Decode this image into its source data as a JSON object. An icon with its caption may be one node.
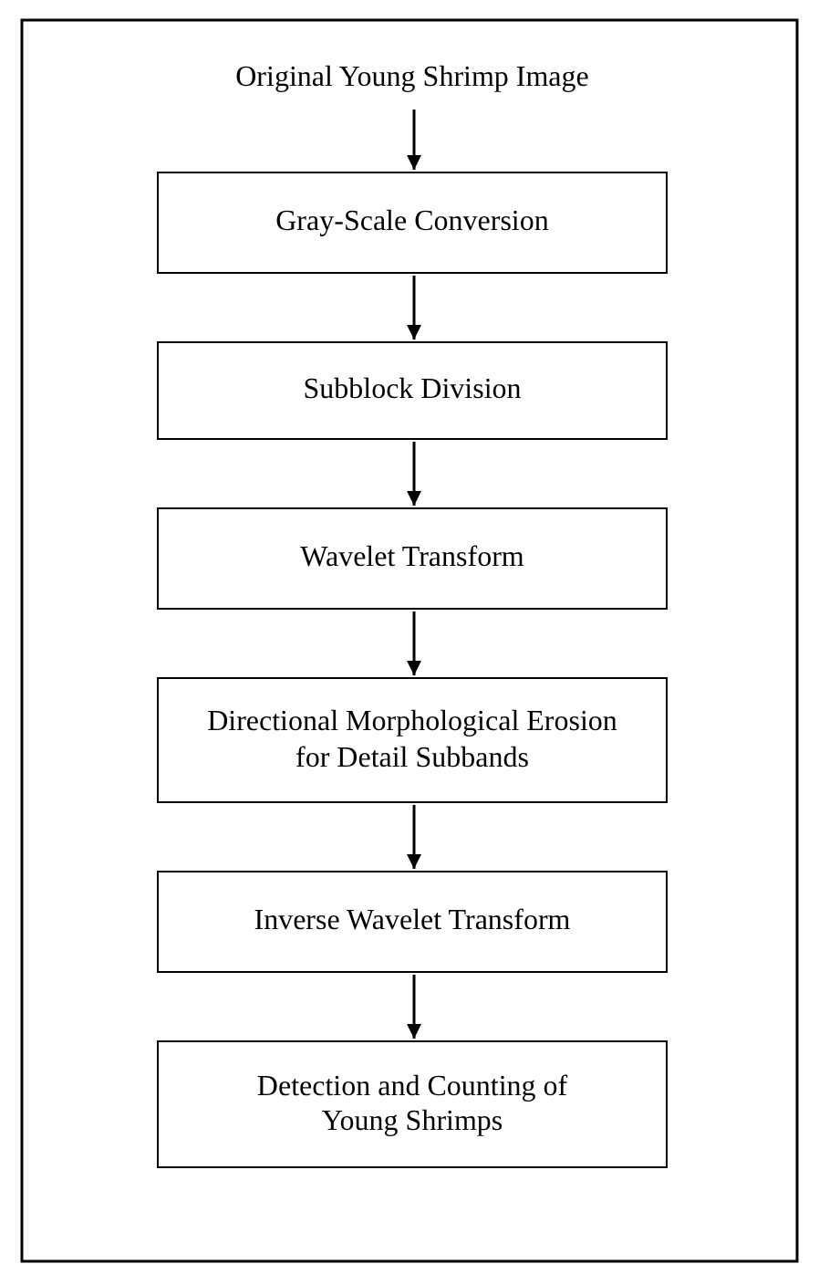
{
  "diagram": {
    "nodes": [
      {
        "text": [
          "Original Young Shrimp Image"
        ]
      },
      {
        "text": [
          "Gray-Scale Conversion"
        ]
      },
      {
        "text": [
          "Subblock Division"
        ]
      },
      {
        "text": [
          "Wavelet Transform"
        ]
      },
      {
        "text": [
          "Directional Morphological Erosion for Detail Subbands"
        ]
      },
      {
        "text": [
          "Inverse Wavelet Transform"
        ]
      },
      {
        "text": [
          "Detection and Counting of Young Shrimps"
        ]
      }
    ],
    "edges": [
      {
        "from": 0,
        "to": 1,
        "arrow": "to"
      },
      {
        "from": 1,
        "to": 2,
        "arrow": "to"
      },
      {
        "from": 2,
        "to": 3,
        "arrow": "to"
      },
      {
        "from": 3,
        "to": 4,
        "arrow": "to"
      },
      {
        "from": 4,
        "to": 5,
        "arrow": "to"
      },
      {
        "from": 5,
        "to": 6,
        "arrow": "to"
      }
    ]
  }
}
